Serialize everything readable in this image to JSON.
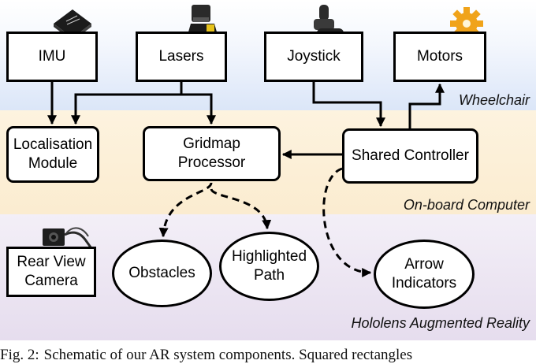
{
  "regions": {
    "wheelchair": "Wheelchair",
    "onboard": "On-board Computer",
    "hololens": "Hololens Augmented Reality"
  },
  "nodes": {
    "imu": "IMU",
    "lasers": "Lasers",
    "joystick": "Joystick",
    "motors": "Motors",
    "localisation_line1": "Localisation",
    "localisation_line2": "Module",
    "gridmap_line1": "Gridmap",
    "gridmap_line2": "Processor",
    "shared_controller": "Shared Controller",
    "rear_camera_line1": "Rear View",
    "rear_camera_line2": "Camera",
    "obstacles": "Obstacles",
    "highlighted_path_line1": "Highlighted",
    "highlighted_path_line2": "Path",
    "arrow_indicators_line1": "Arrow",
    "arrow_indicators_line2": "Indicators"
  },
  "icons": {
    "imu": "imu-chip-icon",
    "lasers": "laser-scanner-icon",
    "joystick": "joystick-icon",
    "motors": "gear-icon",
    "camera": "camera-icon"
  },
  "colors": {
    "wheelchair_band": "#dbe6f8",
    "onboard_band": "#fbecd0",
    "hololens_band": "#e6ddee",
    "gear": "#f0a31a"
  },
  "caption": {
    "prefix": "Fig. 2:",
    "text": "Schematic of our AR system components. Squared rectangles"
  }
}
